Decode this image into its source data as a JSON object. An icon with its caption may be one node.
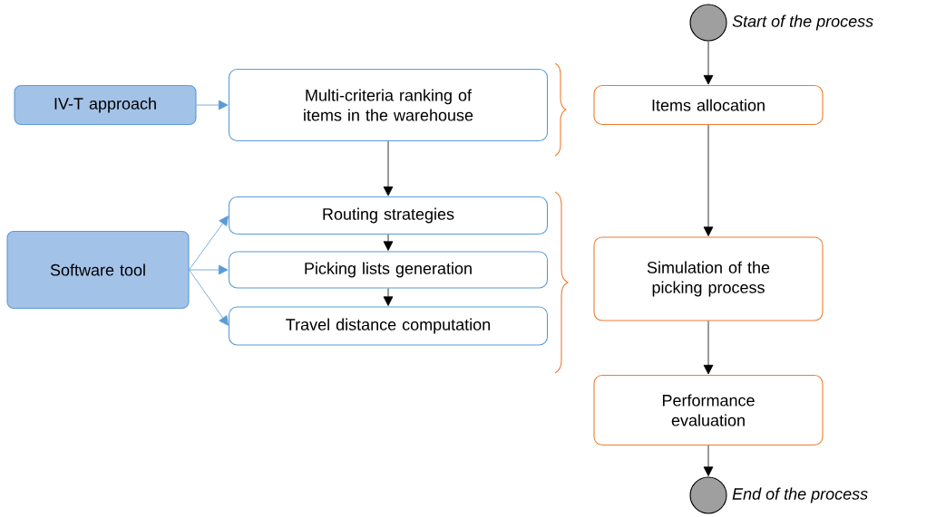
{
  "diagram": {
    "nodes": [
      {
        "text": [],
        "shape": "circle",
        "beside": [
          "Start of the process"
        ]
      },
      {
        "text": [
          "IV-T approach"
        ]
      },
      {
        "text": [
          "Multi-criteria ranking of items in the warehouse"
        ]
      },
      {
        "text": [
          "Items allocation"
        ]
      },
      {
        "text": [
          "Software tool"
        ]
      },
      {
        "text": [
          "Routing strategies"
        ]
      },
      {
        "text": [
          "Picking lists generation"
        ]
      },
      {
        "text": [
          "Travel distance computation"
        ]
      },
      {
        "text": [
          "Simulation of the picking process"
        ]
      },
      {
        "text": [
          "Performance evaluation"
        ]
      },
      {
        "text": [],
        "shape": "circle",
        "beside": [
          "End of the process"
        ]
      }
    ],
    "edges": [
      {
        "from": 0,
        "to": 3,
        "arrow": "to"
      },
      {
        "from": 1,
        "to": 2,
        "arrow": "to",
        "color": "#5b9bd5"
      },
      {
        "from": 2,
        "to": 5,
        "arrow": "to"
      },
      {
        "from": 4,
        "to": 5,
        "arrow": "to",
        "color": "#5b9bd5"
      },
      {
        "from": 4,
        "to": 6,
        "arrow": "to",
        "color": "#5b9bd5"
      },
      {
        "from": 4,
        "to": 7,
        "arrow": "to",
        "color": "#5b9bd5"
      },
      {
        "from": 5,
        "to": 6,
        "arrow": "to"
      },
      {
        "from": 6,
        "to": 7,
        "arrow": "to"
      },
      {
        "from": 3,
        "to": 8,
        "arrow": "to"
      },
      {
        "from": 8,
        "to": 9,
        "arrow": "to"
      },
      {
        "from": 9,
        "to": 10,
        "arrow": "to"
      }
    ]
  }
}
